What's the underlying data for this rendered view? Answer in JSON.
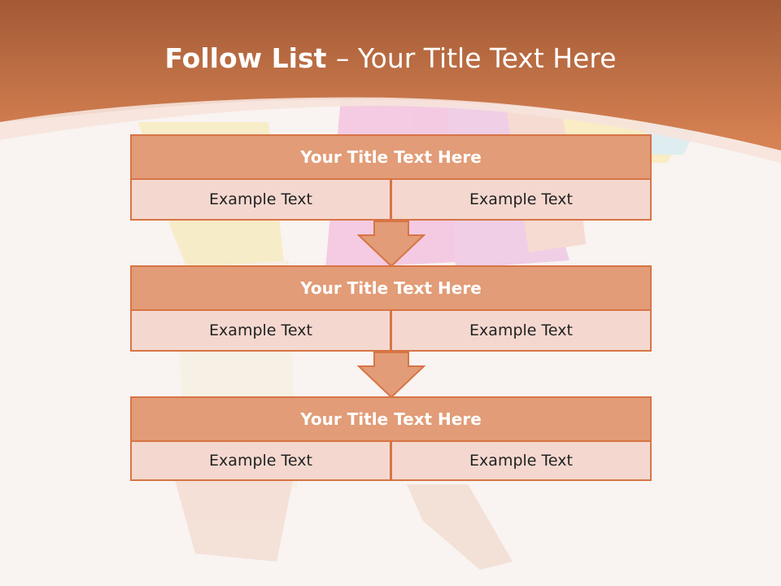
{
  "slide": {
    "title_bold": "Follow List ",
    "title_rest": " – Your Title Text Here"
  },
  "blocks": [
    {
      "title": "Your Title Text Here",
      "left": "Example Text",
      "right": "Example Text"
    },
    {
      "title": "Your Title Text Here",
      "left": "Example Text",
      "right": "Example Text"
    },
    {
      "title": "Your Title Text Here",
      "left": "Example Text",
      "right": "Example Text"
    }
  ],
  "colors": {
    "header_band": "#d57a4c",
    "block_header_fill": "#e29c77",
    "block_border": "#d77445",
    "cell_fill": "#f4d8cf"
  },
  "icons": [
    "down-arrow-icon"
  ]
}
